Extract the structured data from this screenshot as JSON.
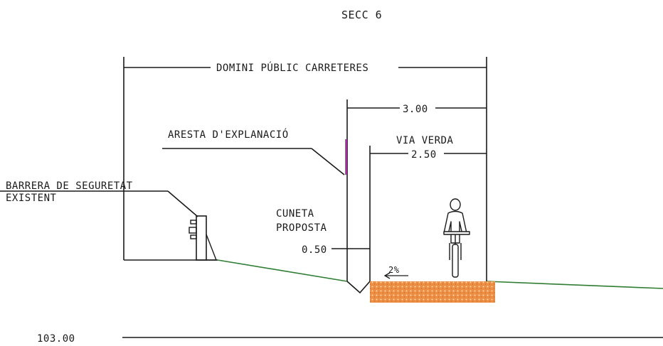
{
  "title": "SECC 6",
  "labels": {
    "domini": "DOMINI PÚBLIC CARRETERES",
    "dim_3": "3.00",
    "aresta": "ARESTA D'EXPLANACIÓ",
    "via_verda": "VIA VERDA",
    "dim_250": "2.50",
    "barrera_1": "BARRERA DE SEGURETAT",
    "barrera_2": "EXISTENT",
    "cuneta_1": "CUNETA",
    "cuneta_2": "PROPOSTA",
    "dim_050": "0.50",
    "slope": "2%",
    "level": "103.00"
  },
  "colors": {
    "terrain": "#2e7d32",
    "pavement": "#e8873a",
    "aresta": "#c040c0",
    "ink": "#1a1a1a"
  },
  "icons": [
    "cyclist-icon",
    "safety-barrier-icon",
    "slope-arrow-icon"
  ]
}
